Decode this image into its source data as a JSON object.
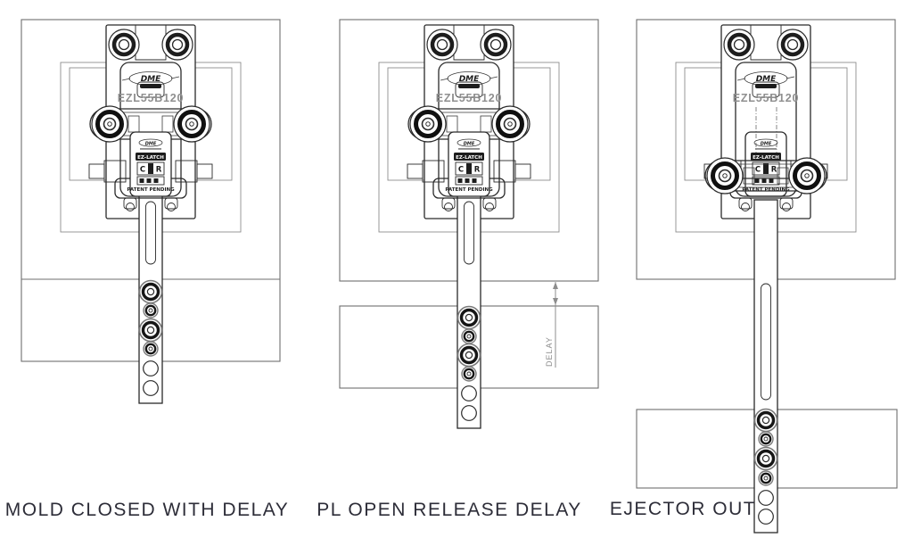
{
  "figure": {
    "background": "#ffffff",
    "line_color": "#2a2a2a",
    "plate_line_color": "#6e6e6e",
    "model_text_color": "#8f8f8f",
    "caption_color": "#2d2d38"
  },
  "product": {
    "brand": "DME",
    "model": "EZL55B120",
    "latch_label": "EZ-LATCH",
    "release_letters": {
      "left": "C",
      "right": "R"
    },
    "patent_text": "PATENT PENDING"
  },
  "panels": [
    {
      "id": "mold-closed-with-delay",
      "caption": "MOLD CLOSED WITH DELAY"
    },
    {
      "id": "pl-open-release-delay",
      "caption": "PL OPEN RELEASE DELAY",
      "delay_label": "DELAY"
    },
    {
      "id": "ejector-out",
      "caption": "EJECTOR OUT"
    }
  ]
}
